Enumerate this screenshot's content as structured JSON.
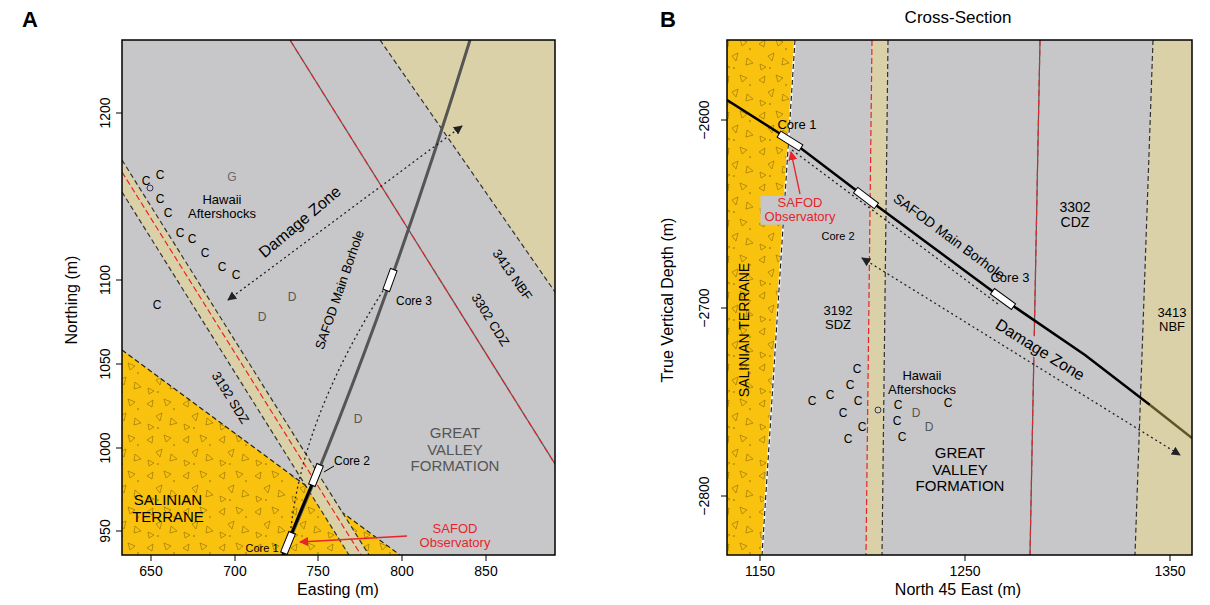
{
  "diagram": {
    "labels": [
      "A",
      "Northing (m)",
      "1200",
      "1100",
      "1050",
      "1000",
      "950",
      "650",
      "700",
      "750",
      "800",
      "850",
      "Easting (m)",
      "Hawaii Aftershocks",
      "Damage Zone",
      "SAFOD Main Borhole",
      "Core 3",
      "3302 CDZ",
      "3413 NBF",
      "3192 SDZ",
      "Core 2",
      "GREAT VALLEY FORMATION",
      "SALINIAN TERRANE",
      "Core 1",
      "SAFOD Observatory",
      "C",
      "C",
      "C",
      "C",
      "C",
      "C",
      "C",
      "C",
      "C",
      "C",
      "D",
      "D",
      "D",
      "G",
      "B",
      "Cross-Section",
      "True Vertical Depth (m)",
      "−2600",
      "−2700",
      "−2800",
      "1150",
      "1250",
      "1350",
      "North 45 East (m)",
      "Core 1",
      "SAFOD Observatory",
      "Core 2",
      "SAFOD Main Borhole",
      "3302 CDZ",
      "3413 NBF",
      "Core 3",
      "3192 SDZ",
      "SALINIAN TERRANE",
      "Damage Zone",
      "Hawaii Aftershocks",
      "GREAT VALLEY FORMATION",
      "C",
      "C",
      "C",
      "C",
      "C",
      "C",
      "C",
      "C",
      "C",
      "C",
      "C",
      "C",
      "D",
      "D"
    ]
  }
}
